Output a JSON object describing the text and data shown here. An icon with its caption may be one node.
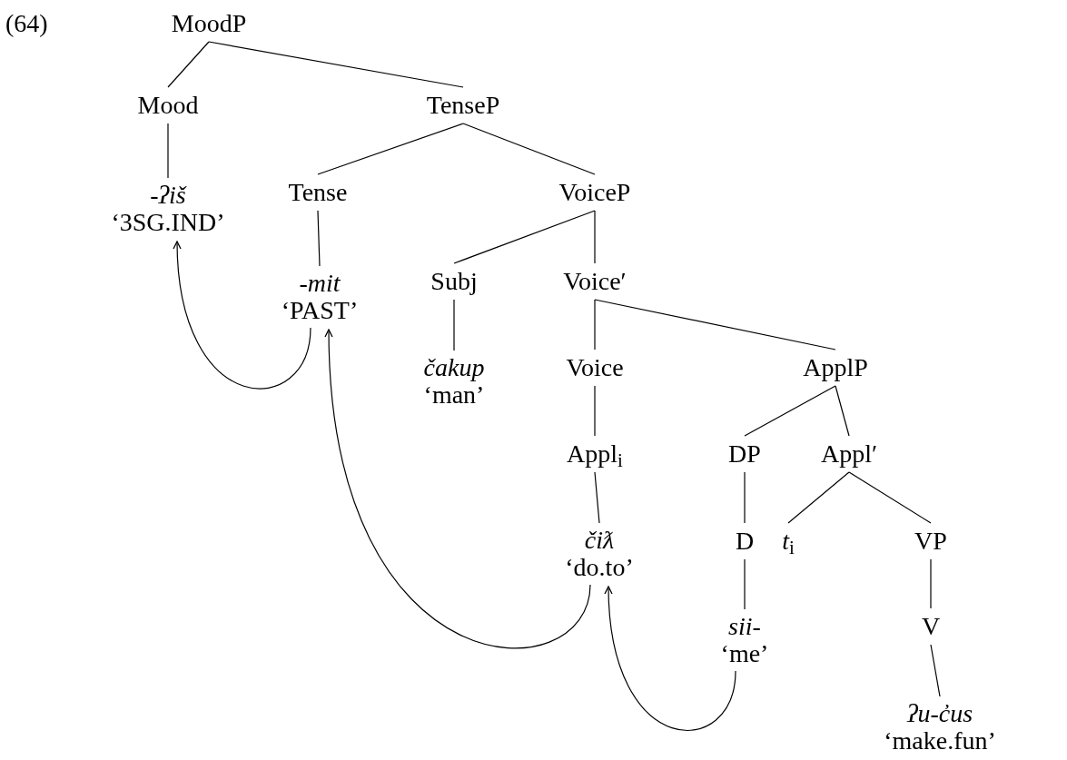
{
  "diagram": {
    "nodes": [
      {
        "text": [
          "MoodP"
        ]
      },
      {
        "text": [
          "Mood"
        ]
      },
      {
        "text": [
          "TenseP"
        ]
      },
      {
        "text": [
          "-ʔiš",
          "‘3SG.IND’"
        ]
      },
      {
        "text": [
          "Tense"
        ]
      },
      {
        "text": [
          "VoiceP"
        ]
      },
      {
        "text": [
          "-mit",
          "‘PAST’"
        ]
      },
      {
        "text": [
          "Subj"
        ]
      },
      {
        "text": [
          "Voice′"
        ]
      },
      {
        "text": [
          "čakup",
          "‘man’"
        ]
      },
      {
        "text": [
          "Voice"
        ]
      },
      {
        "text": [
          "ApplP"
        ]
      },
      {
        "text": [
          "Appl$_{i}$"
        ]
      },
      {
        "text": [
          "DP"
        ]
      },
      {
        "text": [
          "Appl′"
        ]
      },
      {
        "text": [
          "čiƛ",
          "‘do.to’"
        ]
      },
      {
        "text": [
          "D"
        ]
      },
      {
        "text": [
          "*t*$_{i}$"
        ]
      },
      {
        "text": [
          "VP"
        ]
      },
      {
        "text": [
          "sii-",
          "‘me’"
        ]
      },
      {
        "text": [
          "V"
        ]
      },
      {
        "text": [
          "ʔu-c̓us",
          "‘make.fun’"
        ]
      }
    ],
    "edges": [
      {
        "from": 0,
        "to": 1,
        "arrow": "none"
      },
      {
        "from": 0,
        "to": 2,
        "arrow": "none"
      },
      {
        "from": 1,
        "to": 3,
        "arrow": "none"
      },
      {
        "from": 2,
        "to": 4,
        "arrow": "none"
      },
      {
        "from": 2,
        "to": 5,
        "arrow": "none"
      },
      {
        "from": 4,
        "to": 6,
        "arrow": "none"
      },
      {
        "from": 5,
        "to": 7,
        "arrow": "none"
      },
      {
        "from": 5,
        "to": 8,
        "arrow": "none"
      },
      {
        "from": 7,
        "to": 9,
        "arrow": "none"
      },
      {
        "from": 8,
        "to": 10,
        "arrow": "none"
      },
      {
        "from": 8,
        "to": 11,
        "arrow": "none"
      },
      {
        "from": 10,
        "to": 12,
        "arrow": "none"
      },
      {
        "from": 11,
        "to": 13,
        "arrow": "none"
      },
      {
        "from": 11,
        "to": 14,
        "arrow": "none"
      },
      {
        "from": 12,
        "to": 15,
        "arrow": "none"
      },
      {
        "from": 13,
        "to": 16,
        "arrow": "none"
      },
      {
        "from": 14,
        "to": 17,
        "arrow": "none"
      },
      {
        "from": 14,
        "to": 18,
        "arrow": "none"
      },
      {
        "from": 16,
        "to": 19,
        "arrow": "none"
      },
      {
        "from": 18,
        "to": 20,
        "arrow": "none"
      },
      {
        "from": 20,
        "to": 21,
        "arrow": "none"
      },
      {
        "from": 6,
        "to": 3,
        "arrow": "to"
      },
      {
        "from": 15,
        "to": 6,
        "arrow": "to"
      },
      {
        "from": 19,
        "to": 15,
        "arrow": "to"
      }
    ],
    "labels": [
      "(64)"
    ]
  }
}
